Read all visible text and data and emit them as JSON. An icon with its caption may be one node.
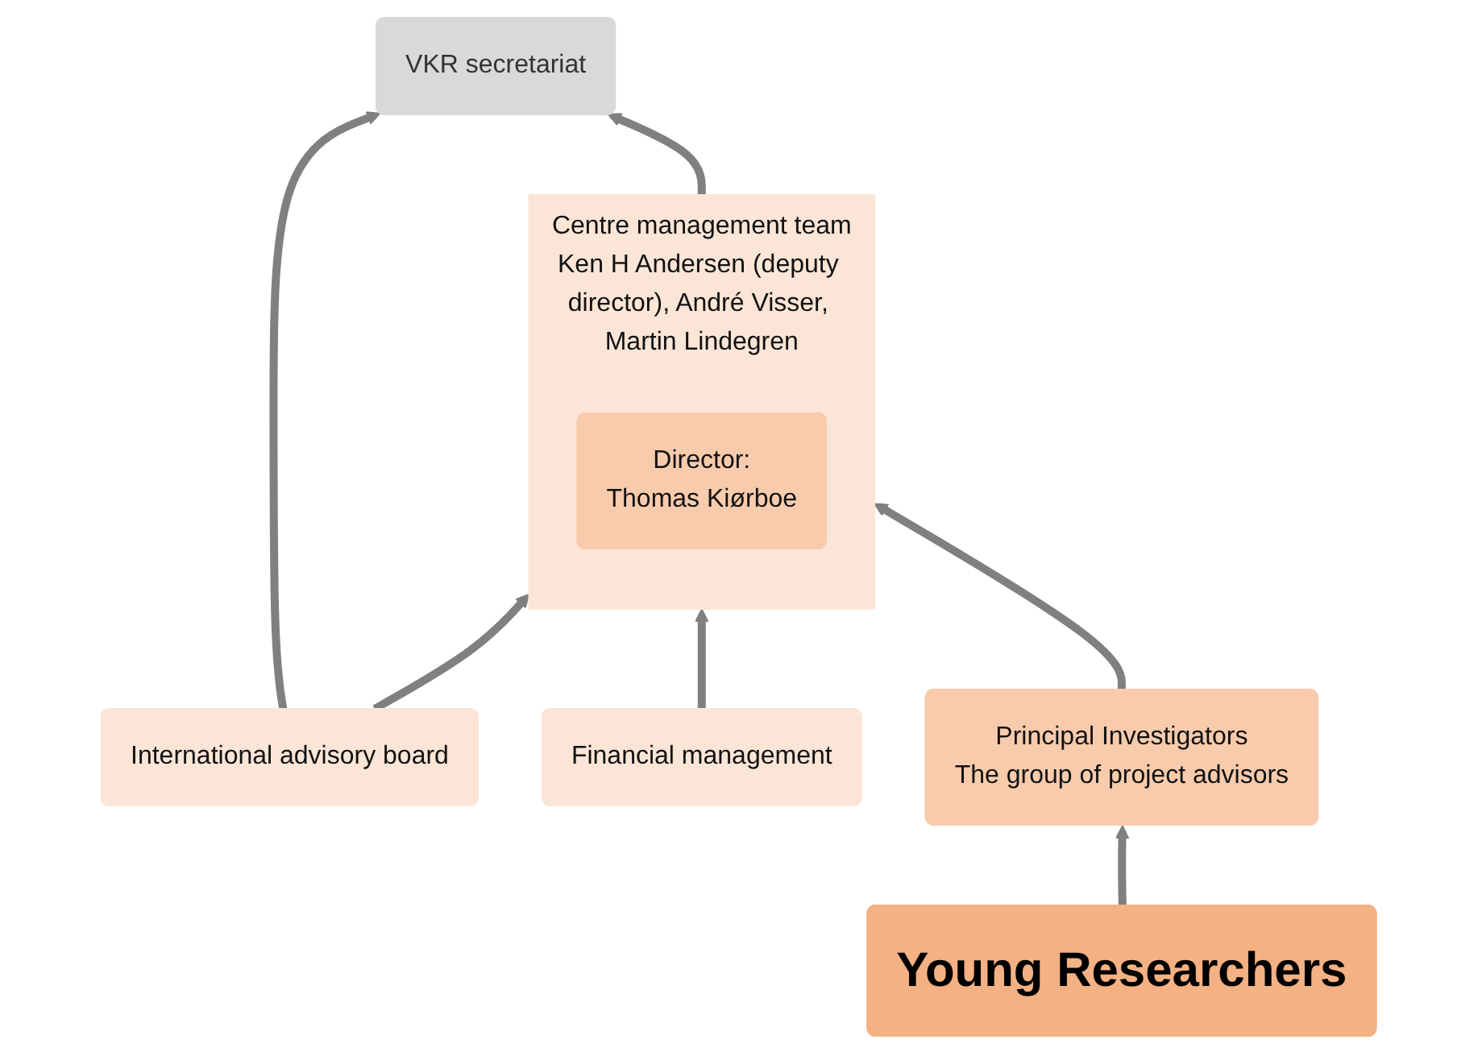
{
  "diagram": {
    "nodes": [
      {
        "text": [
          "VKR secretariat"
        ]
      },
      {
        "text": [
          "International advisory board"
        ]
      },
      {
        "text": [
          "Centre management team",
          "Ken H Andersen (deputy director), André Visser, Martin Lindegren"
        ]
      },
      {
        "text": [
          "Director:",
          "Thomas Kiørboe"
        ],
        "in": 2
      },
      {
        "text": [
          "Financial management"
        ]
      },
      {
        "text": [
          "Principal Investigators",
          "The group of project advisors"
        ]
      },
      {
        "text": [
          "Young Researchers"
        ]
      }
    ],
    "edges": [
      {
        "from": 1,
        "to": 0,
        "arrow": "to"
      },
      {
        "from": 1,
        "to": 2,
        "arrow": "to"
      },
      {
        "from": 4,
        "to": 2,
        "arrow": "to"
      },
      {
        "from": 2,
        "to": 0,
        "arrow": "to"
      },
      {
        "from": 5,
        "to": 2,
        "arrow": "to"
      },
      {
        "from": 6,
        "to": 5,
        "arrow": "to"
      }
    ]
  }
}
